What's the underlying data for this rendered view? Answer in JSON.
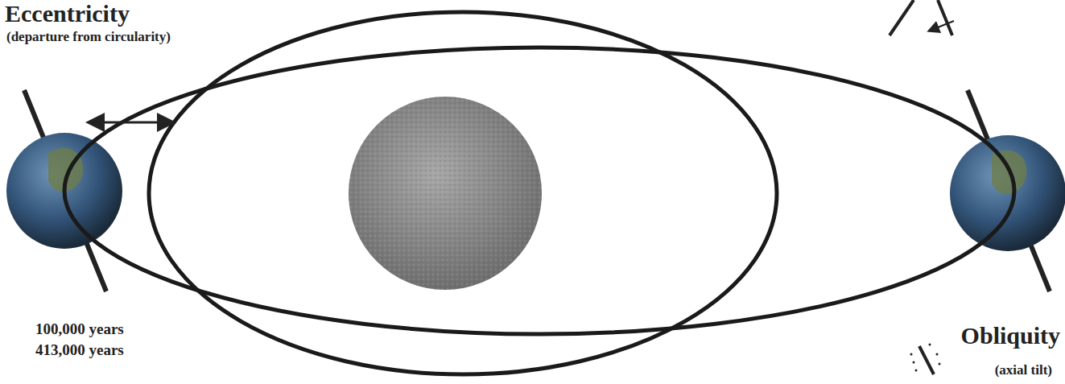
{
  "diagram": {
    "labels": [
      "Eccentricity",
      "(departure from circularity)",
      "100,000 years",
      "413,000 years",
      "Obliquity",
      "(axial tilt)"
    ]
  }
}
